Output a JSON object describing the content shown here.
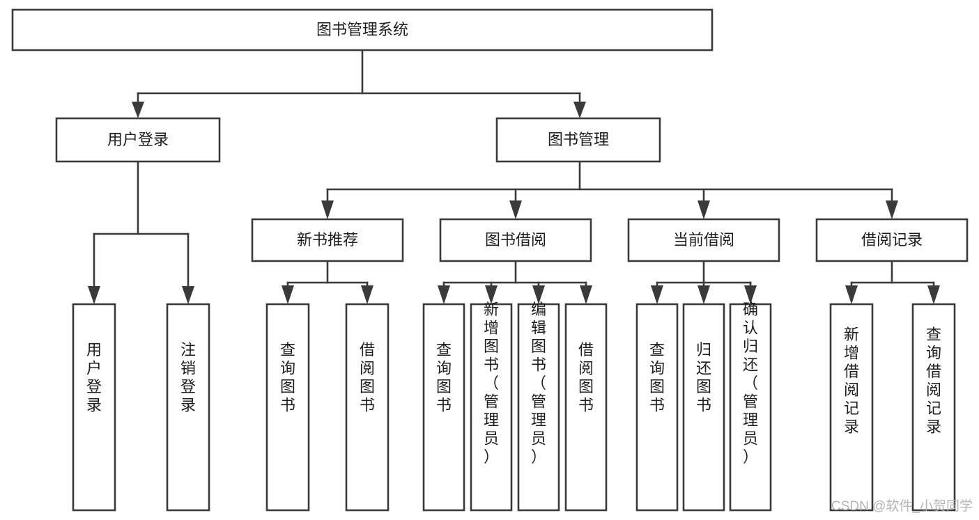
{
  "diagram": {
    "type": "hierarchy-tree",
    "title": "图书管理系统",
    "root": {
      "id": "root",
      "label": "图书管理系统"
    },
    "level2": [
      {
        "id": "user-login",
        "label": "用户登录"
      },
      {
        "id": "book-management",
        "label": "图书管理"
      }
    ],
    "level3": [
      {
        "id": "new-book-recommend",
        "label": "新书推荐",
        "parent": "book-management"
      },
      {
        "id": "book-borrow",
        "label": "图书借阅",
        "parent": "book-management"
      },
      {
        "id": "current-borrow",
        "label": "当前借阅",
        "parent": "book-management"
      },
      {
        "id": "borrow-record",
        "label": "借阅记录",
        "parent": "book-management"
      }
    ],
    "leaves": [
      {
        "id": "leaf-user-login",
        "label": "用户登录",
        "parent": "user-login"
      },
      {
        "id": "leaf-logout",
        "label": "注销登录",
        "parent": "user-login"
      },
      {
        "id": "leaf-query-book-1",
        "label": "查询图书",
        "parent": "new-book-recommend"
      },
      {
        "id": "leaf-borrow-book-1",
        "label": "借阅图书",
        "parent": "new-book-recommend"
      },
      {
        "id": "leaf-query-book-2",
        "label": "查询图书",
        "parent": "book-borrow"
      },
      {
        "id": "leaf-add-book",
        "label": "新增图书（管理员）",
        "parent": "book-borrow"
      },
      {
        "id": "leaf-edit-book",
        "label": "编辑图书（管理员）",
        "parent": "book-borrow"
      },
      {
        "id": "leaf-borrow-book-2",
        "label": "借阅图书",
        "parent": "book-borrow"
      },
      {
        "id": "leaf-query-book-3",
        "label": "查询图书",
        "parent": "current-borrow"
      },
      {
        "id": "leaf-return-book",
        "label": "归还图书",
        "parent": "current-borrow"
      },
      {
        "id": "leaf-confirm-return",
        "label": "确认归还（管理员）",
        "parent": "current-borrow"
      },
      {
        "id": "leaf-add-record",
        "label": "新增借阅记录",
        "parent": "borrow-record"
      },
      {
        "id": "leaf-query-record",
        "label": "查询借阅记录",
        "parent": "borrow-record"
      }
    ],
    "colors": {
      "stroke": "#3a3a3a",
      "box_fill": "#ffffff",
      "text": "#1d1d1d",
      "background": "#ffffff",
      "watermark": "#b4b4b4"
    }
  },
  "watermark": {
    "label": "CSDN @软件_小贺同学"
  }
}
